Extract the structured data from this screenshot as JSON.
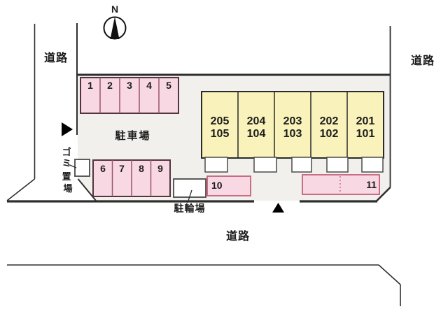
{
  "compass": {
    "north_label": "N"
  },
  "roads": {
    "left_label": "道路",
    "right_label": "道路",
    "bottom_label": "道路"
  },
  "labels": {
    "parking_lot": "駐車場",
    "bicycle_parking": "駐輪場",
    "garbage_area": "ゴミ置場",
    "garbage_chars": [
      "ゴ",
      "ミ",
      "置",
      "場"
    ]
  },
  "parking": {
    "top_row": [
      "1",
      "2",
      "3",
      "4",
      "5"
    ],
    "bottom_row": [
      "6",
      "7",
      "8",
      "9"
    ],
    "space_10": "10",
    "space_11": "11"
  },
  "building": {
    "units": [
      {
        "upper": "205",
        "lower": "105"
      },
      {
        "upper": "204",
        "lower": "104"
      },
      {
        "upper": "203",
        "lower": "103"
      },
      {
        "upper": "202",
        "lower": "102"
      },
      {
        "upper": "201",
        "lower": "101"
      }
    ]
  },
  "colors": {
    "site_fill": "#f1f0ed",
    "stall_fill": "#f8d8e2",
    "stall_outer_border": "#553441",
    "stall_divider": "#99566a",
    "space_border": "#c4607a",
    "building_fill": "#f9f2ba",
    "building_border": "#2b2b2b",
    "boundary_line": "#2e2e2e",
    "marker": "#000000",
    "text": "#1c1c1c",
    "white_box_border": "#4a4a4a"
  }
}
